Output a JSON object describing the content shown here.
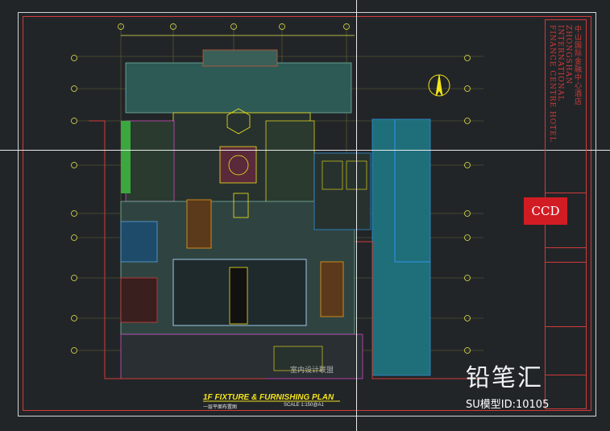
{
  "drawing": {
    "title": "1F  FIXTURE & FURNISHING PLAN",
    "subtitle": "一层平面布置图",
    "scale_label": "SCALE  1:150@A1",
    "center_mark": "室内设计联盟"
  },
  "title_block": {
    "logo_text": "CCD",
    "project_title": "中山国际金融中心酒店 ZHONGSHAN INTERNATIONAL FINANCE CENTRE HOTEL"
  },
  "watermark": {
    "brand": "铅笔汇",
    "model_id": "SU模型ID:10105"
  },
  "colors": {
    "background": "#222528",
    "frame": "#d23a3a",
    "accent_yellow": "#f3e41c",
    "teal_fill": "#1f6f7a",
    "green_fill": "#2d6b4f"
  }
}
